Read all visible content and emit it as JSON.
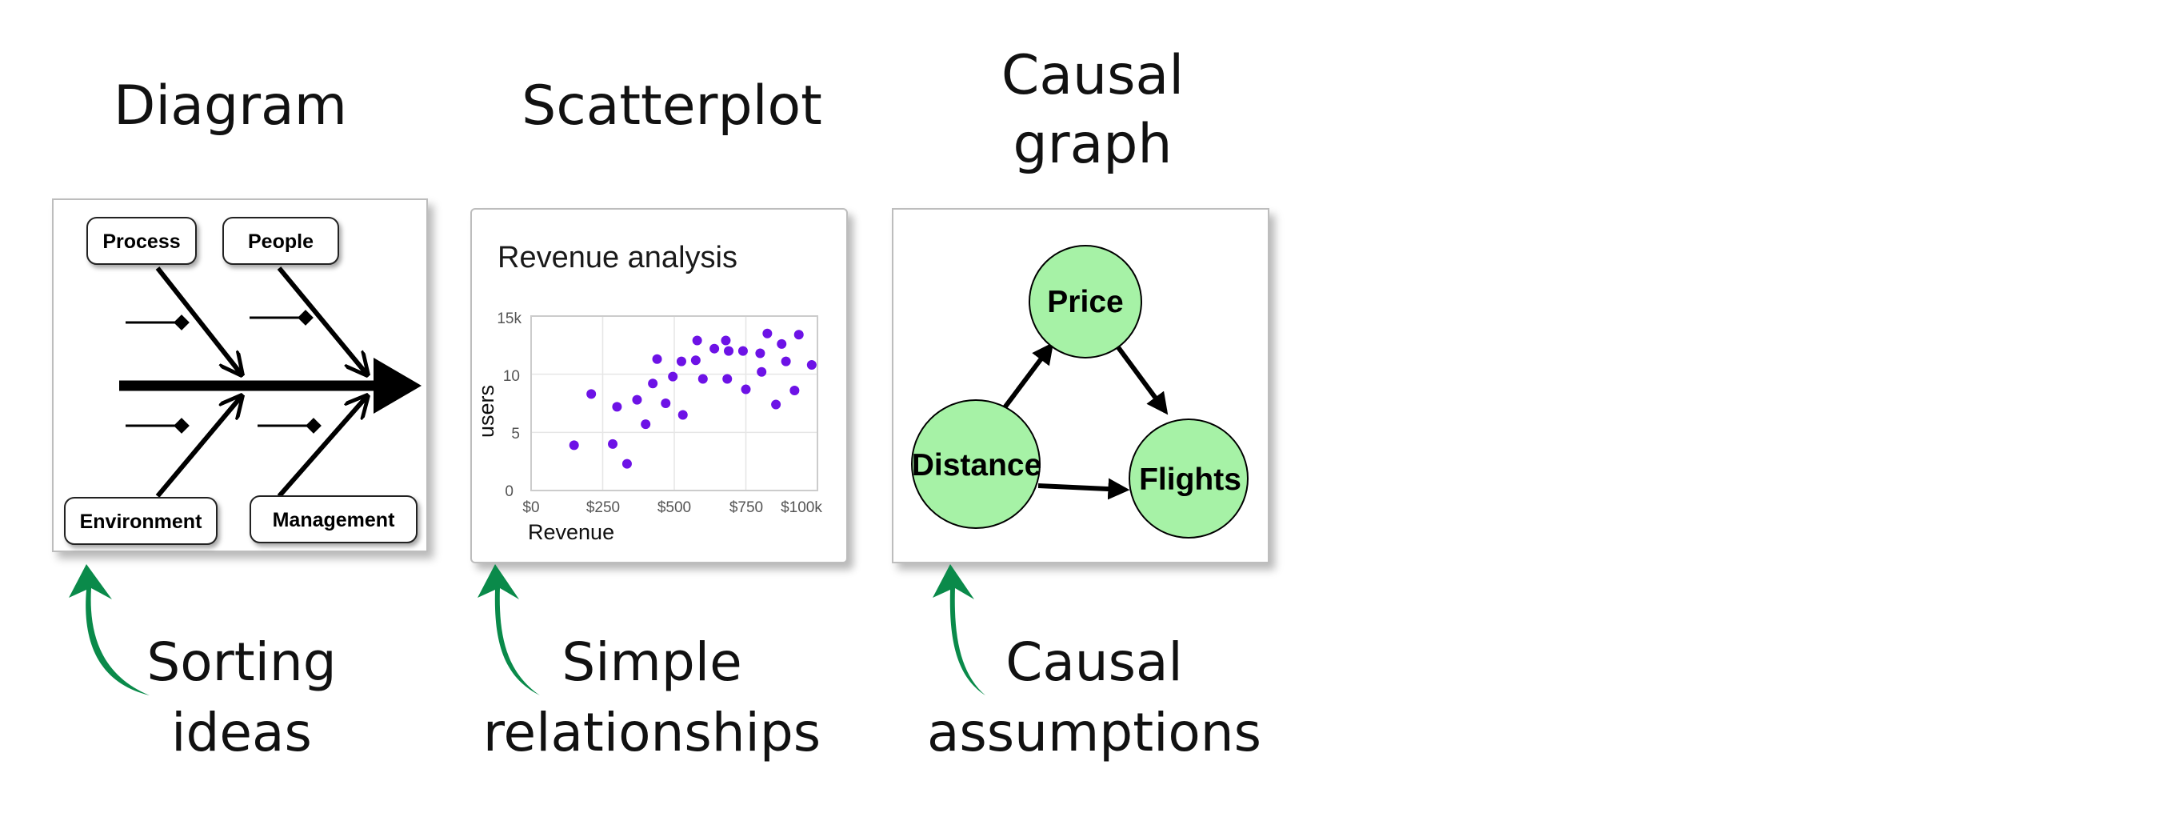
{
  "titles": {
    "diagram": "Diagram",
    "scatterplot": "Scatterplot",
    "causal_line1": "Causal",
    "causal_line2": "graph"
  },
  "captions": {
    "diagram_line1": "Sorting",
    "diagram_line2": "ideas",
    "scatter_line1": "Simple",
    "scatter_line2": "relationships",
    "causal_line1": "Causal",
    "causal_line2": "assumptions"
  },
  "fishbone": {
    "labels": [
      "Process",
      "People",
      "Environment",
      "Management"
    ]
  },
  "causal_graph": {
    "nodes": [
      "Price",
      "Distance",
      "Flights"
    ],
    "node_fill": "#a6f2a6"
  },
  "chart_data": {
    "type": "scatter",
    "title": "Revenue analysis",
    "xlabel": "Revenue",
    "ylabel": "users",
    "x_ticks": [
      "$0",
      "$250",
      "$500",
      "$750",
      "$100k"
    ],
    "y_ticks": [
      "0",
      "5",
      "10",
      "15k"
    ],
    "xlim": [
      0,
      1000
    ],
    "ylim": [
      0,
      15
    ],
    "grid": true,
    "point_color": "#6d12e6",
    "points": [
      [
        150,
        3.9
      ],
      [
        210,
        8.3
      ],
      [
        285,
        4.0
      ],
      [
        300,
        7.2
      ],
      [
        335,
        2.3
      ],
      [
        370,
        7.8
      ],
      [
        400,
        5.7
      ],
      [
        425,
        9.2
      ],
      [
        440,
        11.3
      ],
      [
        470,
        7.5
      ],
      [
        495,
        9.8
      ],
      [
        525,
        11.1
      ],
      [
        530,
        6.5
      ],
      [
        575,
        11.2
      ],
      [
        580,
        12.9
      ],
      [
        600,
        9.6
      ],
      [
        640,
        12.2
      ],
      [
        680,
        12.9
      ],
      [
        690,
        12.0
      ],
      [
        685,
        9.6
      ],
      [
        740,
        12.0
      ],
      [
        750,
        8.7
      ],
      [
        800,
        11.8
      ],
      [
        805,
        10.2
      ],
      [
        825,
        13.5
      ],
      [
        855,
        7.4
      ],
      [
        875,
        12.6
      ],
      [
        890,
        11.1
      ],
      [
        920,
        8.6
      ],
      [
        935,
        13.4
      ],
      [
        980,
        10.8
      ]
    ]
  },
  "colors": {
    "pen_arrow": "#0a8a4a",
    "scatter_point": "#6d12e6",
    "node_fill": "#a6f2a6"
  }
}
